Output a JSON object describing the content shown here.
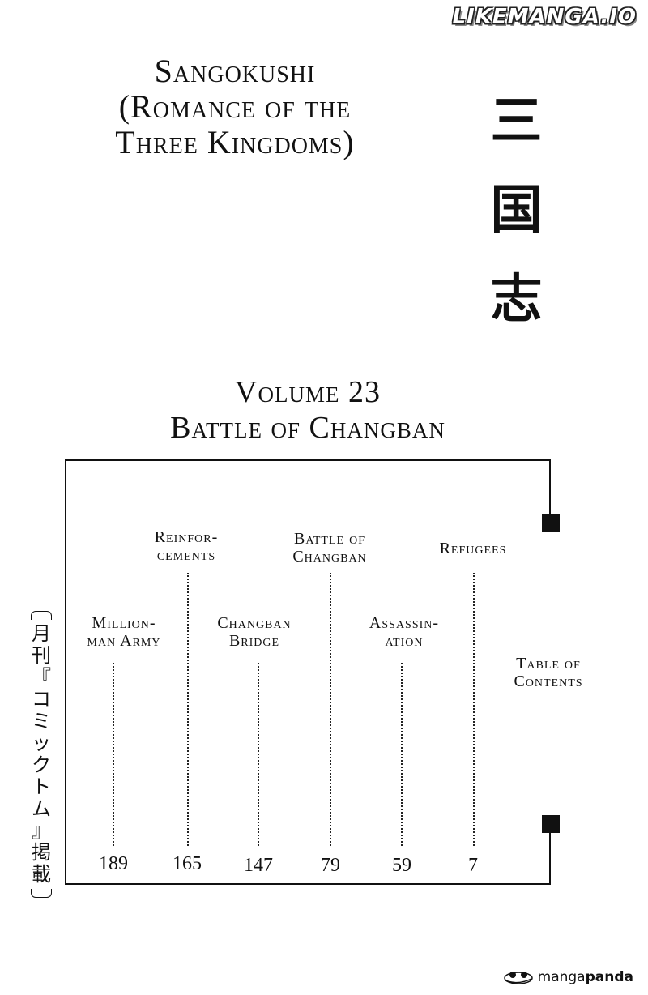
{
  "watermark": "LIKEMANGA.IO",
  "title_lines": [
    "Sangokushi",
    "(Romance of the",
    "Three Kingdoms)"
  ],
  "kanji_title": [
    "三",
    "国",
    "志"
  ],
  "volume_lines": [
    "Volume 23",
    "Battle of Changban"
  ],
  "toc": {
    "top_row": [
      {
        "label_lines": [
          "Reinfor-",
          "cements"
        ]
      },
      {
        "label_lines": [
          "Battle of",
          "Changban"
        ]
      },
      {
        "label_lines": [
          "Refugees"
        ]
      }
    ],
    "bottom_row": [
      {
        "label_lines": [
          "Million-",
          "man Army"
        ]
      },
      {
        "label_lines": [
          "Changban",
          "Bridge"
        ]
      },
      {
        "label_lines": [
          "Assassin-",
          "ation"
        ]
      },
      {
        "label_lines": [
          "Table of",
          "Contents"
        ]
      }
    ],
    "pages": [
      "189",
      "165",
      "147",
      "79",
      "59",
      "7"
    ]
  },
  "serialization_vertical": "〔月刊『コミックトム』掲載〕",
  "serialization_chars": [
    "月",
    "刊",
    "『",
    "コ",
    "ミ",
    "ッ",
    "ク",
    "ト",
    "ム",
    "』",
    "掲",
    "載"
  ],
  "footer_logo": {
    "part1": "manga",
    "part2": "panda",
    "icon": "panda-logo-icon"
  }
}
